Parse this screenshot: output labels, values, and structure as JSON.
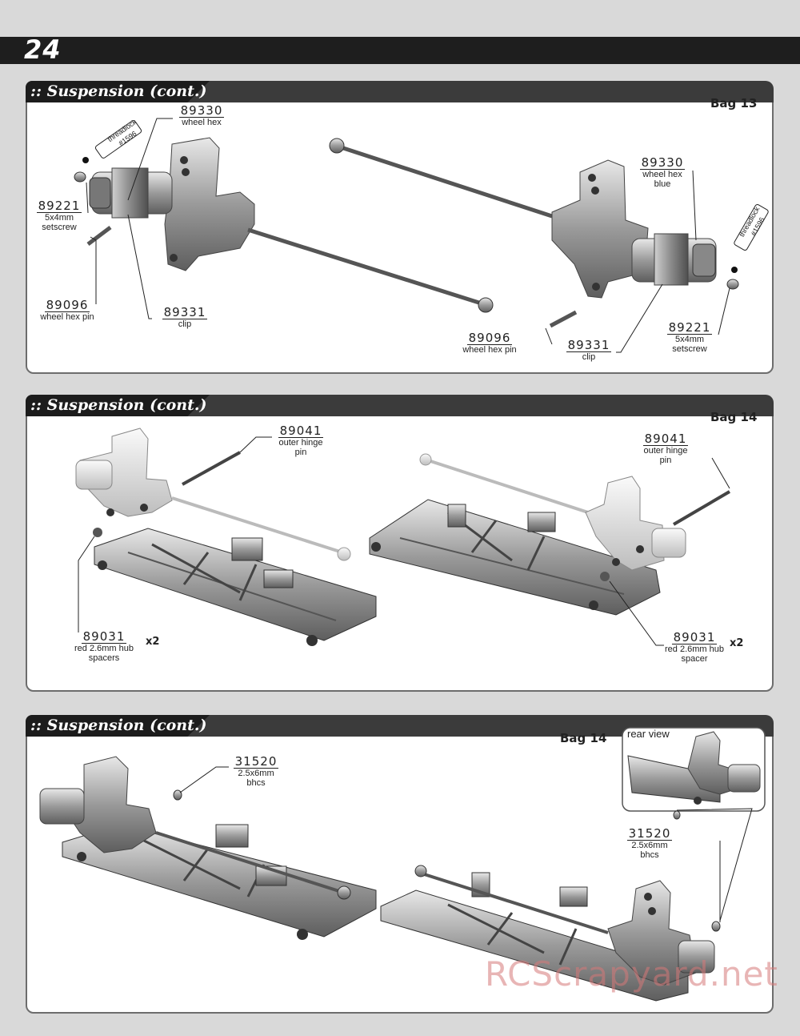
{
  "page_number": "24",
  "sections": [
    {
      "title": ":: Suspension (cont.)",
      "bag": "Bag 13",
      "labels": {
        "threadlock_a": "threadlock #1596",
        "p89330_left": {
          "num": "89330",
          "desc": "wheel hex"
        },
        "p89221_left": {
          "num": "89221",
          "desc": "5x4mm setscrew"
        },
        "p89096_left": {
          "num": "89096",
          "desc": "wheel hex pin"
        },
        "p89331_left": {
          "num": "89331",
          "desc": "clip"
        },
        "p89330_right": {
          "num": "89330",
          "desc": "wheel hex blue"
        },
        "threadlock_b": "threadlock #1596",
        "p89221_right": {
          "num": "89221",
          "desc": "5x4mm setscrew"
        },
        "p89096_right": {
          "num": "89096",
          "desc": "wheel hex pin"
        },
        "p89331_right": {
          "num": "89331",
          "desc": "clip"
        }
      }
    },
    {
      "title": ":: Suspension (cont.)",
      "bag": "Bag 14",
      "labels": {
        "p89041_left": {
          "num": "89041",
          "desc": "outer hinge pin"
        },
        "p89041_right": {
          "num": "89041",
          "desc": "outer hinge pin"
        },
        "p89031_left": {
          "num": "89031",
          "desc": "red 2.6mm hub spacers",
          "mult": "x2"
        },
        "p89031_right": {
          "num": "89031",
          "desc": "red 2.6mm hub spacer",
          "mult": "x2"
        }
      }
    },
    {
      "title": ":: Suspension (cont.)",
      "bag": "Bag 14",
      "labels": {
        "p31520_left": {
          "num": "31520",
          "desc": "2.5x6mm bhcs"
        },
        "p31520_right": {
          "num": "31520",
          "desc": "2.5x6mm bhcs"
        },
        "rear_view": "rear view"
      }
    }
  ],
  "watermark": "RCScrapyard.net"
}
